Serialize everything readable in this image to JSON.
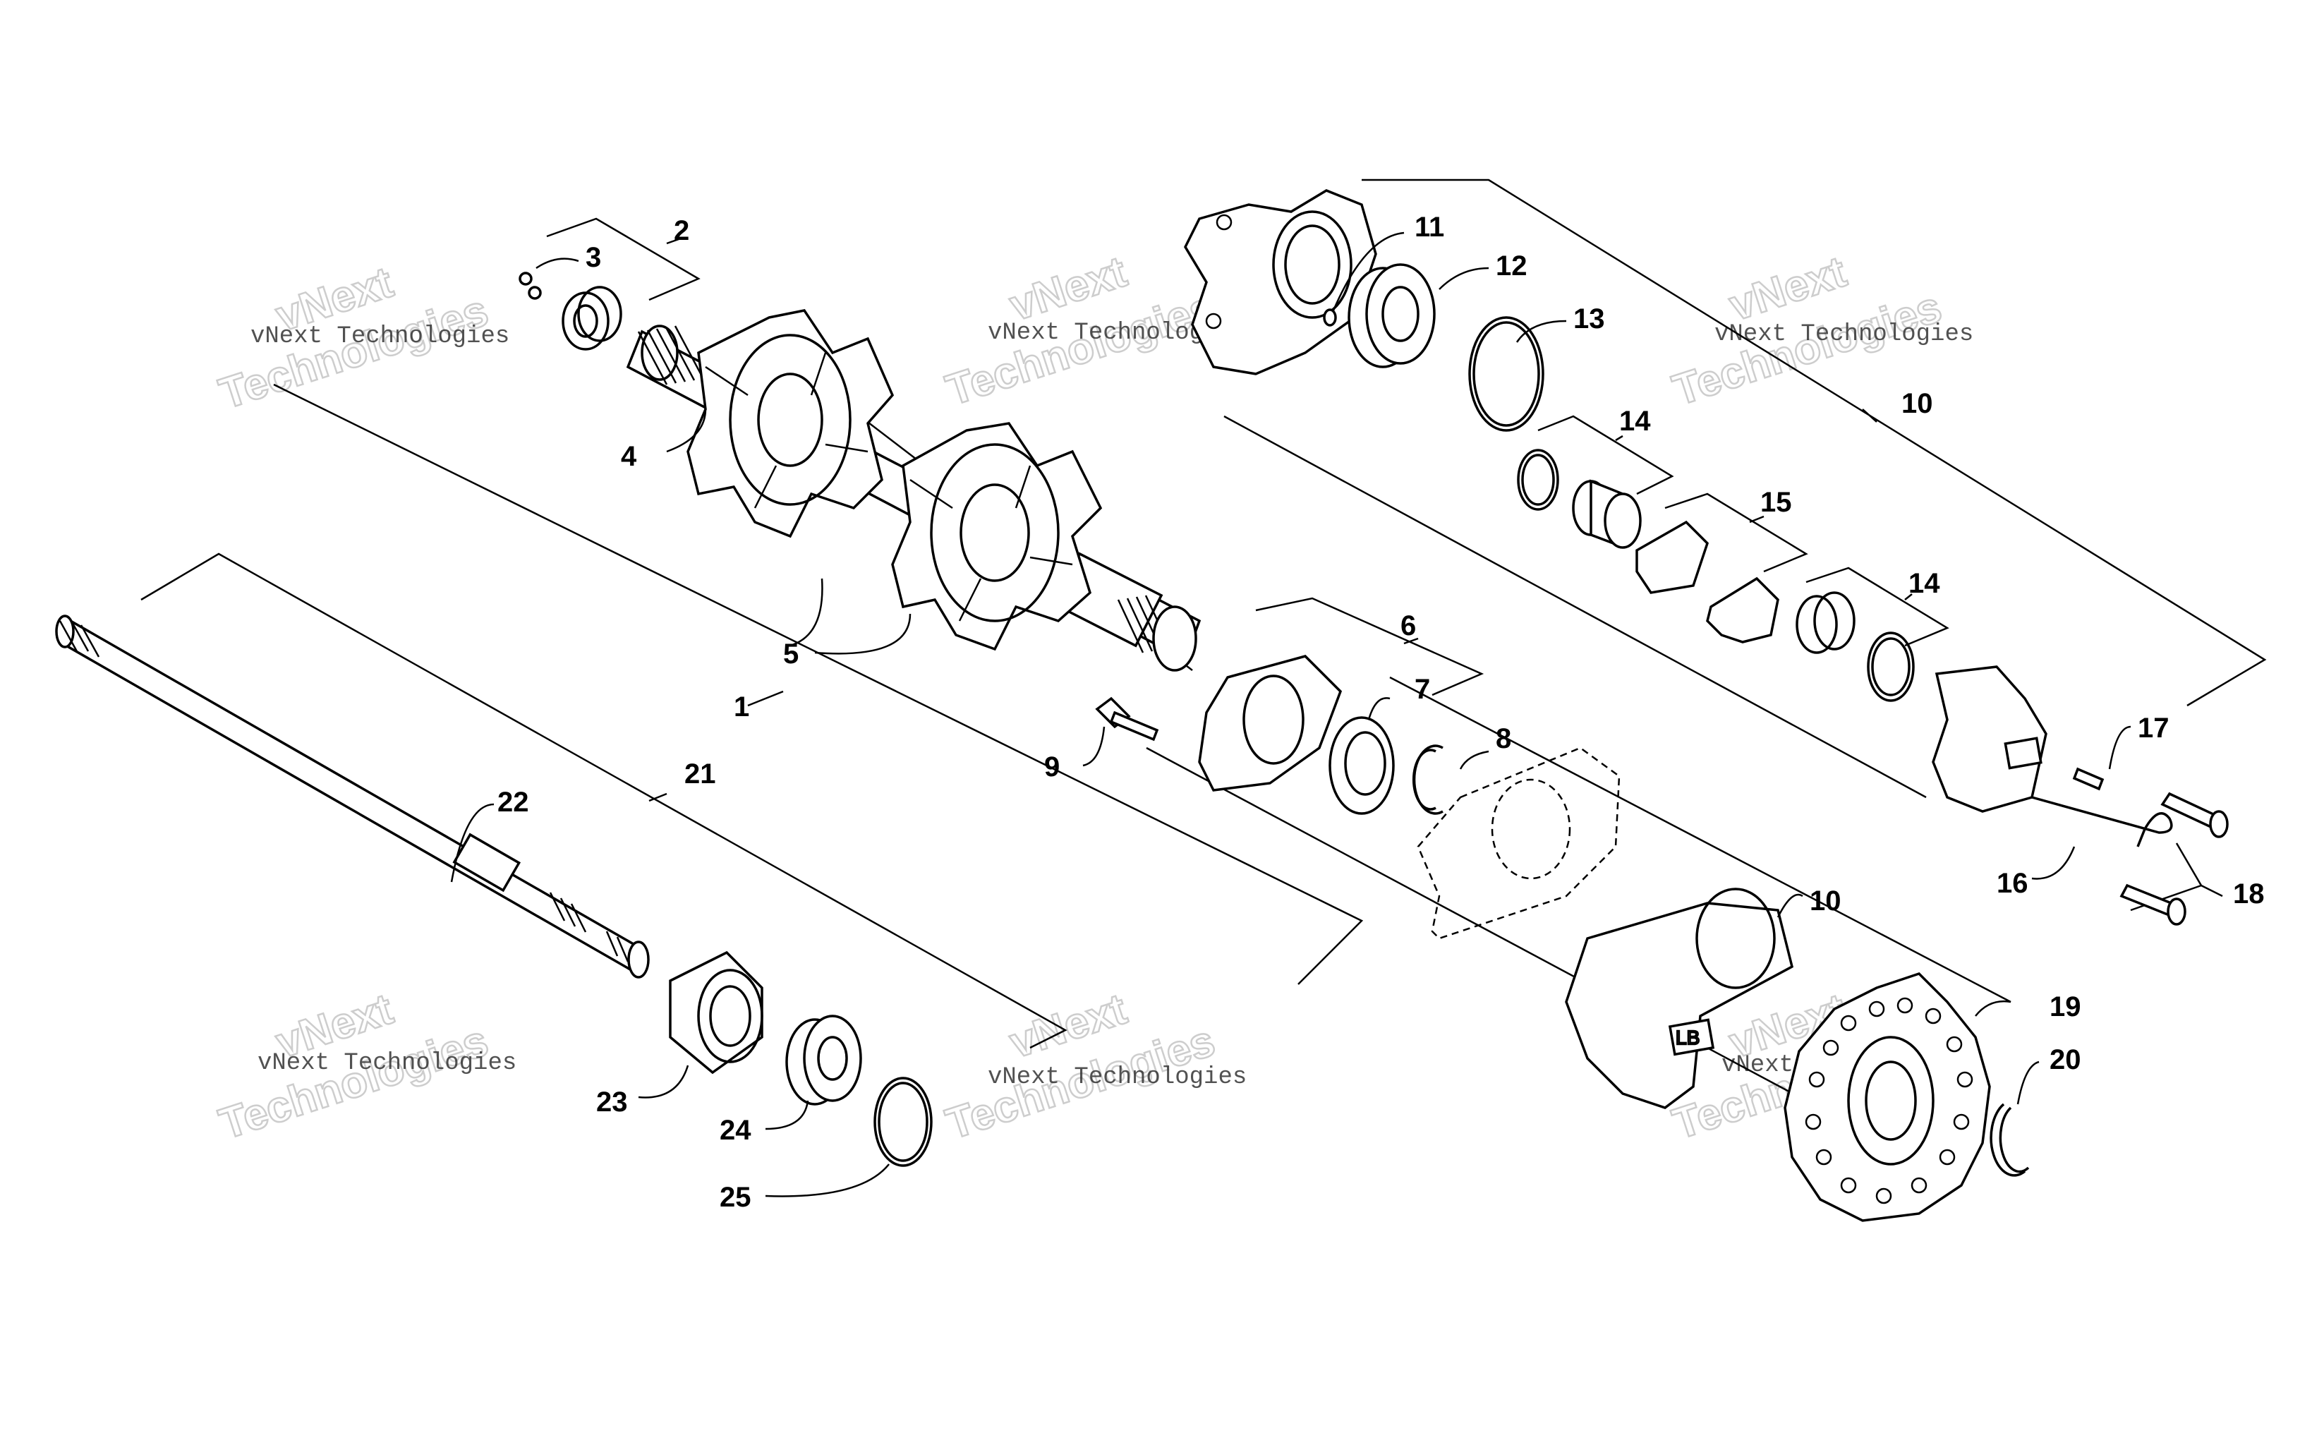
{
  "callouts": {
    "c1": "1",
    "c2": "2",
    "c3": "3",
    "c4": "4",
    "c5": "5",
    "c6": "6",
    "c7": "7",
    "c8": "8",
    "c9": "9",
    "c10a": "10",
    "c10b": "10",
    "c11": "11",
    "c12": "12",
    "c13": "13",
    "c14a": "14",
    "c14b": "14",
    "c15": "15",
    "c16": "16",
    "c17": "17",
    "c18": "18",
    "c19": "19",
    "c20": "20",
    "c21": "21",
    "c22": "22",
    "c23": "23",
    "c24": "24",
    "c25": "25"
  },
  "watermark": {
    "line1": "vNext Technologies",
    "big1": "vNext",
    "big2": "Technologies"
  }
}
